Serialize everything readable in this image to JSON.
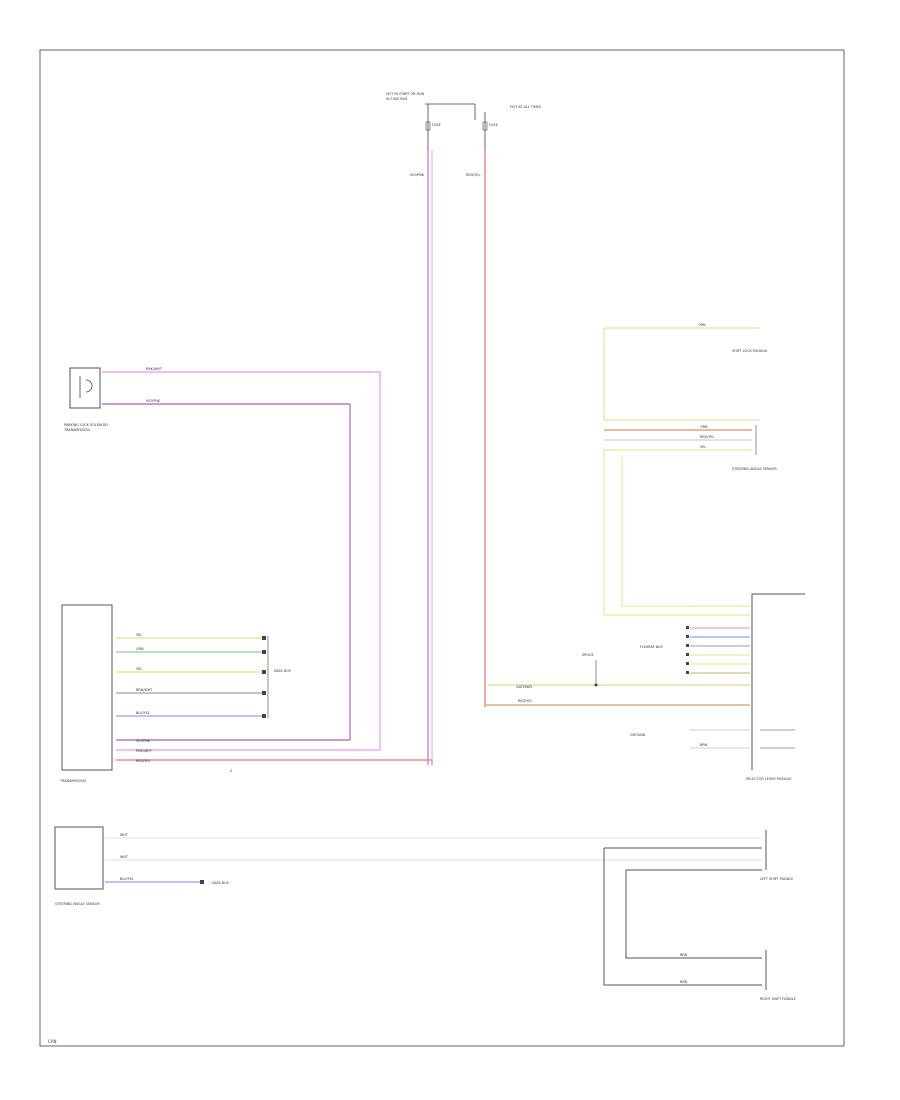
{
  "diagram": {
    "power": {
      "source_label": "HOT IN START OR RUN",
      "left_fuse_label": "FUSE",
      "right_source_label": "HOT AT ALL TIMES",
      "right_fuse_label": "FUSE"
    },
    "components": {
      "parking_lock_solenoid": "PARKING LOCK SOLENOID",
      "transmission": "TRANSMISSION",
      "selector_lever_module": "SELECTOR LEVER MODULE",
      "shift_lock_module": "SHIFT LOCK MODULE",
      "steering_angle_sensor": "STEERING ANGLE SENSOR",
      "left_paddle": "LEFT SHIFT PADDLE",
      "right_paddle": "RIGHT SHIFT PADDLE",
      "gateway": "GATEWAY",
      "data_bus": "DATA BUS",
      "flexray_bus": "FLEXRAY BUS",
      "ground": "GROUND"
    },
    "wires": {
      "pnk_wht": "PNK/WHT",
      "vio_pnk": "VIO/PNK",
      "red_yel": "RED/YEL",
      "yel": "YEL",
      "grn": "GRN",
      "brn_wht": "BRN/WHT",
      "blu_yel": "BLU/YEL",
      "brn": "BRN",
      "wht": "WHT",
      "orn": "ORN"
    },
    "footer": "CAN"
  }
}
